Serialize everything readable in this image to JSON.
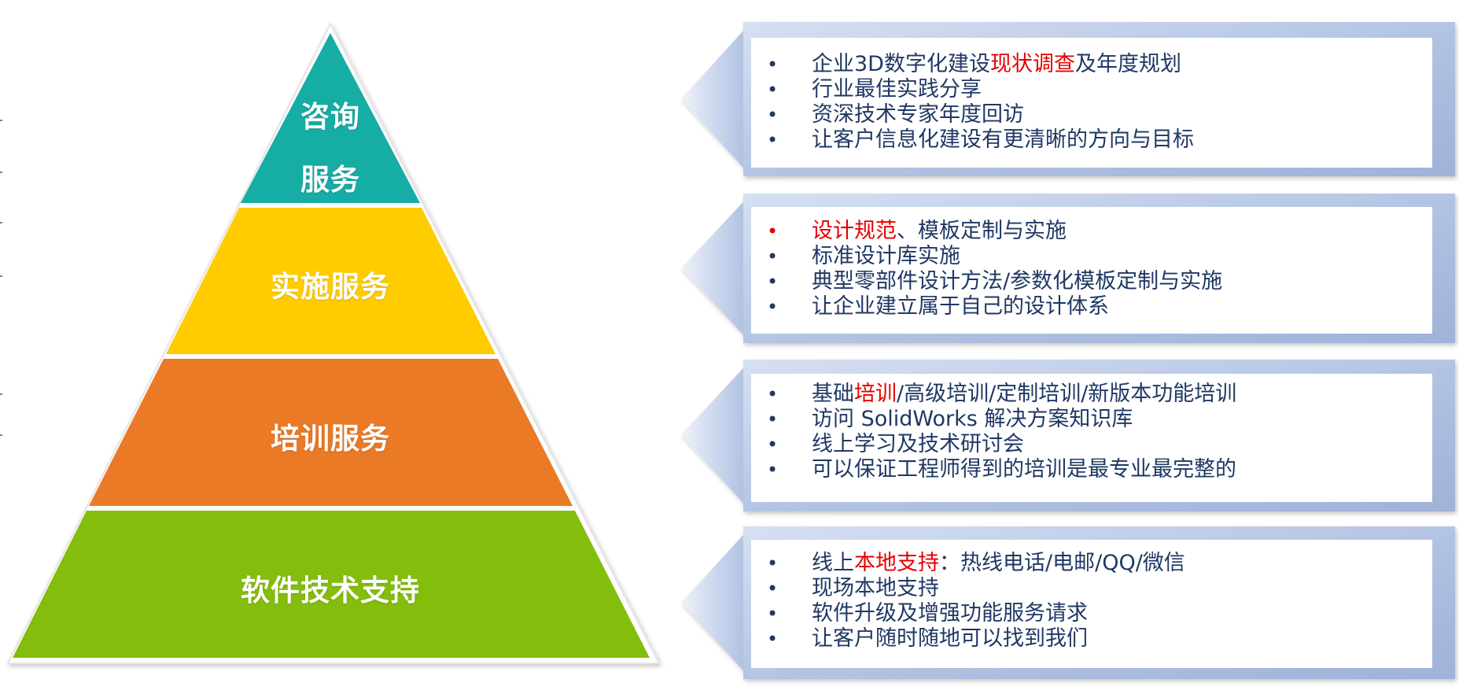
{
  "colors": {
    "tier1": "#12ada4",
    "tier2": "#ffcc00",
    "tier3": "#ea7a25",
    "tier4": "#85bd0a",
    "text": "#1f3864",
    "highlight": "#e60000",
    "panel_frame": "#b3c4e3"
  },
  "pyramid": [
    {
      "label_lines": [
        "咨询",
        "服务"
      ]
    },
    {
      "label_lines": [
        "实施服务"
      ]
    },
    {
      "label_lines": [
        "培训服务"
      ]
    },
    {
      "label_lines": [
        "软件技术支持"
      ]
    }
  ],
  "panels": [
    {
      "items": [
        {
          "bullet_red": false,
          "parts": [
            {
              "text": "企业3D数字化建设",
              "red": false
            },
            {
              "text": "现状调查",
              "red": true
            },
            {
              "text": "及年度规划",
              "red": false
            }
          ]
        },
        {
          "bullet_red": false,
          "parts": [
            {
              "text": "行业最佳实践分享",
              "red": false
            }
          ]
        },
        {
          "bullet_red": false,
          "parts": [
            {
              "text": "资深技术专家年度回访",
              "red": false
            }
          ]
        },
        {
          "bullet_red": false,
          "parts": [
            {
              "text": "让客户信息化建设有更清晰的方向与目标",
              "red": false
            }
          ]
        }
      ]
    },
    {
      "items": [
        {
          "bullet_red": true,
          "parts": [
            {
              "text": "设计规范",
              "red": true
            },
            {
              "text": "、模板定制与实施",
              "red": false
            }
          ]
        },
        {
          "bullet_red": false,
          "parts": [
            {
              "text": "标准设计库实施",
              "red": false
            }
          ]
        },
        {
          "bullet_red": false,
          "parts": [
            {
              "text": "典型零部件设计方法/参数化模板定制与实施",
              "red": false
            }
          ]
        },
        {
          "bullet_red": false,
          "parts": [
            {
              "text": "让企业建立属于自己的设计体系",
              "red": false
            }
          ]
        }
      ]
    },
    {
      "items": [
        {
          "bullet_red": false,
          "parts": [
            {
              "text": "基础",
              "red": false
            },
            {
              "text": "培训",
              "red": true
            },
            {
              "text": "/高级培训/定制培训/新版本功能培训",
              "red": false
            }
          ]
        },
        {
          "bullet_red": false,
          "parts": [
            {
              "text": "访问 SolidWorks 解决方案知识库",
              "red": false
            }
          ]
        },
        {
          "bullet_red": false,
          "parts": [
            {
              "text": "线上学习及技术研讨会",
              "red": false
            }
          ]
        },
        {
          "bullet_red": false,
          "parts": [
            {
              "text": "可以保证工程师得到的培训是最专业最完整的",
              "red": false
            }
          ]
        }
      ]
    },
    {
      "items": [
        {
          "bullet_red": false,
          "parts": [
            {
              "text": "线上",
              "red": false
            },
            {
              "text": "本地支持",
              "red": true
            },
            {
              "text": "：热线电话/电邮/QQ/微信",
              "red": false
            }
          ]
        },
        {
          "bullet_red": false,
          "parts": [
            {
              "text": "现场本地支持",
              "red": false
            }
          ]
        },
        {
          "bullet_red": false,
          "parts": [
            {
              "text": "软件升级及增强功能服务请求",
              "red": false
            }
          ]
        },
        {
          "bullet_red": false,
          "parts": [
            {
              "text": "让客户随时随地可以找到我们",
              "red": false
            }
          ]
        }
      ]
    }
  ]
}
